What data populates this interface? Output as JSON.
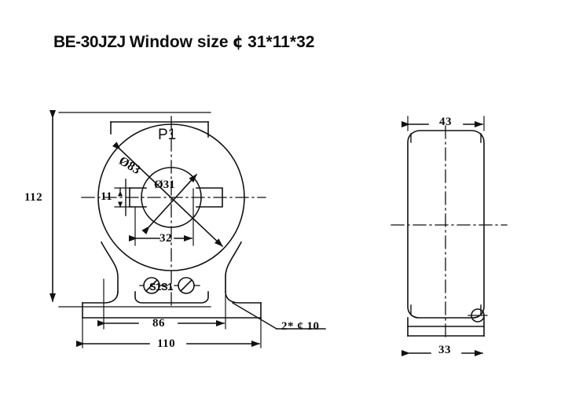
{
  "title": {
    "model": "BE-30JZJ",
    "text": "Window size",
    "phi": "¢",
    "window_spec": "31*11*32",
    "full": "BE-30JZJ Window size ¢ 31*11*32"
  },
  "drawing": {
    "type": "engineering-drawing",
    "line_color": "#111111",
    "background": "#ffffff",
    "views": [
      {
        "name": "front-view",
        "label": "P1"
      },
      {
        "name": "side-view",
        "label": ""
      }
    ]
  },
  "front_view": {
    "part_label": "P1",
    "outer_diameter_label": "Ø83",
    "outer_diameter_value": 83,
    "inner_diameter_label": "Ø31",
    "inner_diameter_value": 31,
    "window_width_label": "32",
    "window_width_value": 32,
    "window_height_label": "11",
    "window_height_value": 11,
    "overall_height_label": "112",
    "overall_height_value": 112,
    "base_hole_spacing_label": "86",
    "base_hole_spacing_value": 86,
    "base_width_label": "110",
    "base_width_value": 110,
    "hole_note_label": "2* ¢ 10",
    "hole_note_count": 2,
    "hole_note_diameter": 10,
    "terminal_marks": "S1S1"
  },
  "side_view": {
    "body_width_label": "43",
    "body_width_value": 43,
    "base_width_label": "33",
    "base_width_value": 33
  },
  "chart_data": {
    "type": "table",
    "title": "BE-30JZJ Window size ¢ 31*11*32",
    "categories": [
      "Ø83",
      "Ø31",
      "32",
      "11",
      "112",
      "86",
      "110",
      "43",
      "33",
      "2*¢10"
    ],
    "values": [
      83,
      31,
      32,
      11,
      112,
      86,
      110,
      43,
      33,
      10
    ]
  }
}
